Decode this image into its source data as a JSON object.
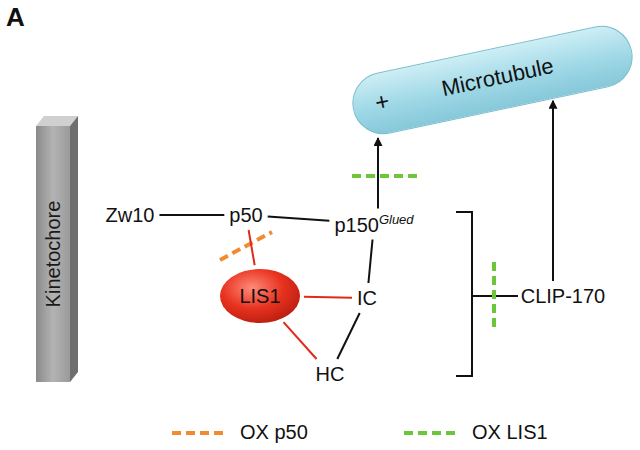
{
  "diagram": {
    "nodes": [
      {
        "text": [
          "Kinetochore"
        ]
      },
      {
        "text": [
          "+",
          "Microtubule"
        ]
      },
      {
        "text": [
          "Zw10"
        ]
      },
      {
        "text": [
          "p50"
        ]
      },
      {
        "text": [
          "p150",
          "Glued"
        ]
      },
      {
        "text": [
          "LIS1"
        ]
      },
      {
        "text": [
          "IC"
        ]
      },
      {
        "text": [
          "CLIP-170"
        ]
      },
      {
        "text": [
          "HC"
        ]
      }
    ],
    "edges": [
      {
        "from": 2,
        "to": 3,
        "arrow": "none"
      },
      {
        "from": 3,
        "to": 4,
        "arrow": "none"
      },
      {
        "from": 3,
        "to": 5,
        "arrow": "none"
      },
      {
        "from": 5,
        "to": 6,
        "arrow": "none"
      },
      {
        "from": 5,
        "to": 8,
        "arrow": "none"
      },
      {
        "from": 4,
        "to": 6,
        "arrow": "none"
      },
      {
        "from": 6,
        "to": 8,
        "arrow": "none"
      },
      {
        "from": 4,
        "to": 1,
        "arrow": "to"
      },
      {
        "from": 7,
        "to": 1,
        "arrow": "to"
      }
    ],
    "labels": [
      "A"
    ],
    "legend": [
      {
        "text": "OX p50"
      },
      {
        "text": "OX LIS1"
      }
    ]
  }
}
